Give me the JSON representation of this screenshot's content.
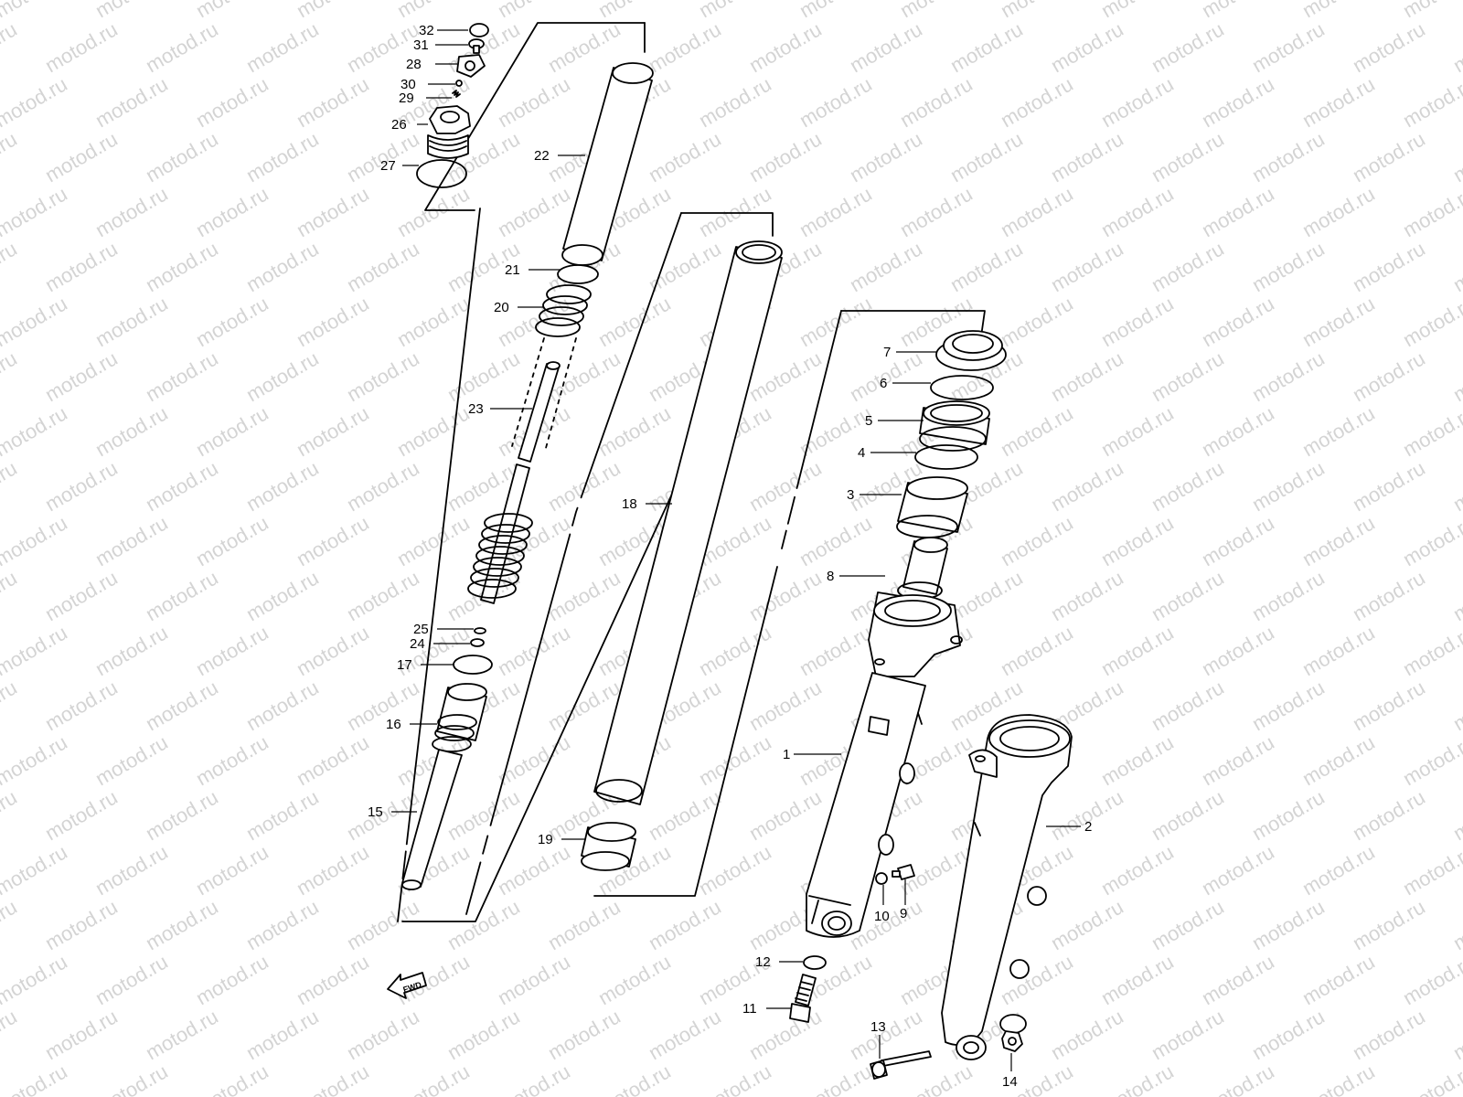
{
  "watermark": {
    "text": "motod.ru"
  },
  "direction_badge": {
    "label": "FWD"
  },
  "callouts": [
    {
      "id": "p1",
      "label": "1"
    },
    {
      "id": "p2",
      "label": "2"
    },
    {
      "id": "p3",
      "label": "3"
    },
    {
      "id": "p4",
      "label": "4"
    },
    {
      "id": "p5",
      "label": "5"
    },
    {
      "id": "p6",
      "label": "6"
    },
    {
      "id": "p7",
      "label": "7"
    },
    {
      "id": "p8",
      "label": "8"
    },
    {
      "id": "p9",
      "label": "9"
    },
    {
      "id": "p10",
      "label": "10"
    },
    {
      "id": "p11",
      "label": "11"
    },
    {
      "id": "p12",
      "label": "12"
    },
    {
      "id": "p13",
      "label": "13"
    },
    {
      "id": "p14",
      "label": "14"
    },
    {
      "id": "p15",
      "label": "15"
    },
    {
      "id": "p16",
      "label": "16"
    },
    {
      "id": "p17",
      "label": "17"
    },
    {
      "id": "p18",
      "label": "18"
    },
    {
      "id": "p19",
      "label": "19"
    },
    {
      "id": "p20",
      "label": "20"
    },
    {
      "id": "p21",
      "label": "21"
    },
    {
      "id": "p22",
      "label": "22"
    },
    {
      "id": "p23",
      "label": "23"
    },
    {
      "id": "p24",
      "label": "24"
    },
    {
      "id": "p25",
      "label": "25"
    },
    {
      "id": "p26",
      "label": "26"
    },
    {
      "id": "p27",
      "label": "27"
    },
    {
      "id": "p28",
      "label": "28"
    },
    {
      "id": "p29",
      "label": "29"
    },
    {
      "id": "p30",
      "label": "30"
    },
    {
      "id": "p31",
      "label": "31"
    },
    {
      "id": "p32",
      "label": "32"
    }
  ]
}
